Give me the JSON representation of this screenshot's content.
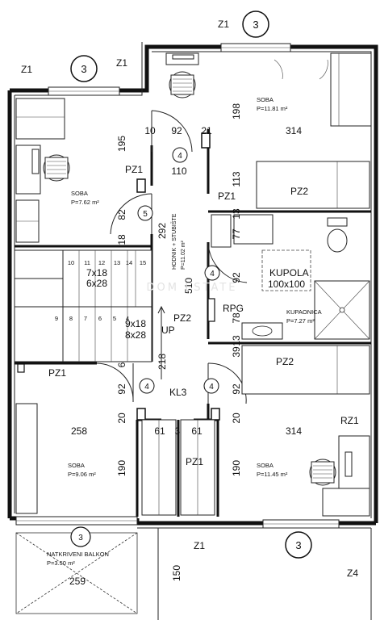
{
  "markers": [
    {
      "key": "z1_top",
      "text": "Z1"
    },
    {
      "key": "z1_left",
      "text": "Z1"
    },
    {
      "key": "z1_mid",
      "text": "Z1"
    },
    {
      "key": "z1_bottom",
      "text": "Z1"
    },
    {
      "key": "rz1",
      "text": "RZ1"
    },
    {
      "key": "z4",
      "text": "Z4"
    },
    {
      "key": "pz1_a",
      "text": "PZ1"
    },
    {
      "key": "pz1_b",
      "text": "PZ1"
    },
    {
      "key": "pz1_c",
      "text": "PZ1"
    },
    {
      "key": "pz1_d",
      "text": "PZ1"
    },
    {
      "key": "pz2_a",
      "text": "PZ2"
    },
    {
      "key": "pz2_b",
      "text": "PZ2"
    },
    {
      "key": "pz2_c",
      "text": "PZ2"
    },
    {
      "key": "rpg",
      "text": "RPG"
    },
    {
      "key": "kl3",
      "text": "KL3"
    },
    {
      "key": "up",
      "text": "UP"
    },
    {
      "key": "kupola",
      "text": "KUPOLA"
    },
    {
      "key": "kupola_size",
      "text": "100x100"
    }
  ],
  "section_marks": [
    {
      "key": "s3_top",
      "text": "3"
    },
    {
      "key": "s3_left",
      "text": "3"
    },
    {
      "key": "s3_balcony",
      "text": "3"
    },
    {
      "key": "s3_bottom",
      "text": "3"
    }
  ],
  "door_marks": [
    {
      "key": "d4_a",
      "text": "4"
    },
    {
      "key": "d5",
      "text": "5"
    },
    {
      "key": "d4_b",
      "text": "4"
    },
    {
      "key": "d4_c",
      "text": "4"
    },
    {
      "key": "d4_d",
      "text": "4"
    }
  ],
  "rooms": [
    {
      "key": "soba_ne",
      "name": "SOBA",
      "area": "P=11.81 m²"
    },
    {
      "key": "soba_nw",
      "name": "SOBA",
      "area": "P=7.62 m²"
    },
    {
      "key": "hodnik",
      "name": "HODNIK + STUBIŠTE",
      "area": "P=11.02 m²"
    },
    {
      "key": "kupaonica",
      "name": "KUPAONICA",
      "area": "P=7.27 m²"
    },
    {
      "key": "soba_sw",
      "name": "SOBA",
      "area": "P=9.06 m²"
    },
    {
      "key": "soba_se",
      "name": "SOBA",
      "area": "P=11.45 m²"
    },
    {
      "key": "balkon",
      "name": "NATKRIVENI BALKON",
      "area": "P=3.50 m²"
    }
  ],
  "dimensions": [
    {
      "key": "d198",
      "text": "198"
    },
    {
      "key": "d314_top",
      "text": "314"
    },
    {
      "key": "d10",
      "text": "10"
    },
    {
      "key": "d92_top",
      "text": "92"
    },
    {
      "key": "d21",
      "text": "21"
    },
    {
      "key": "d195",
      "text": "195"
    },
    {
      "key": "d110",
      "text": "110"
    },
    {
      "key": "d113",
      "text": "113"
    },
    {
      "key": "d82",
      "text": "82"
    },
    {
      "key": "d292",
      "text": "292"
    },
    {
      "key": "d13",
      "text": "13"
    },
    {
      "key": "d77",
      "text": "77"
    },
    {
      "key": "d18_a",
      "text": "18"
    },
    {
      "key": "d510",
      "text": "510"
    },
    {
      "key": "d92_mid",
      "text": "92"
    },
    {
      "key": "d78",
      "text": "78"
    },
    {
      "key": "d218",
      "text": "218"
    },
    {
      "key": "d39",
      "text": "39"
    },
    {
      "key": "d13_b",
      "text": "13"
    },
    {
      "key": "d6",
      "text": "6"
    },
    {
      "key": "d92_left",
      "text": "92"
    },
    {
      "key": "d92_right",
      "text": "92"
    },
    {
      "key": "d20_a",
      "text": "20"
    },
    {
      "key": "d20_b",
      "text": "20"
    },
    {
      "key": "d258",
      "text": "258"
    },
    {
      "key": "d314_bot",
      "text": "314"
    },
    {
      "key": "d61_a",
      "text": "61"
    },
    {
      "key": "d3",
      "text": "3"
    },
    {
      "key": "d61_b",
      "text": "61"
    },
    {
      "key": "d190_a",
      "text": "190"
    },
    {
      "key": "d190_b",
      "text": "190"
    },
    {
      "key": "d150",
      "text": "150"
    },
    {
      "key": "d259",
      "text": "259"
    }
  ],
  "stairs": {
    "upper_steps": [
      "10",
      "11",
      "12",
      "13",
      "14",
      "15"
    ],
    "lower_steps": [
      "9",
      "8",
      "7",
      "6",
      "5",
      "4"
    ],
    "upper_spec": [
      "7x18",
      "6x28"
    ],
    "lower_spec": [
      "9x18",
      "8x28"
    ]
  },
  "watermark": "DOM ESTATE"
}
